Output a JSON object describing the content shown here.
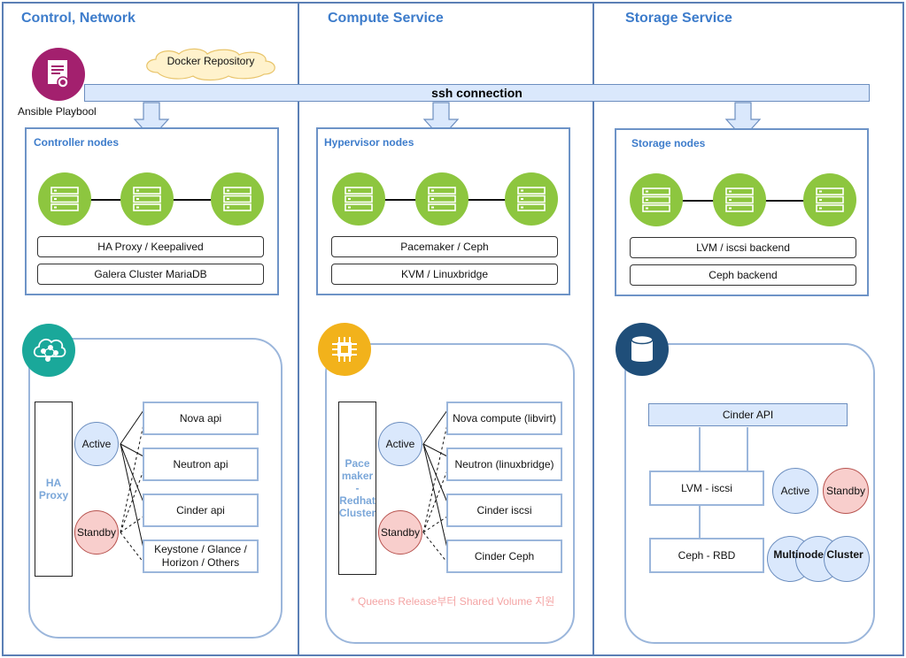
{
  "columns": {
    "control": {
      "title": "Control, Network"
    },
    "compute": {
      "title": "Compute Service"
    },
    "storage": {
      "title": "Storage Service"
    }
  },
  "top": {
    "ansible_label": "Ansible Playbool",
    "docker_label": "Docker Repository",
    "ssh_label": "ssh connection"
  },
  "controller": {
    "title": "Controller nodes",
    "pill1": "HA Proxy / Keepalived",
    "pill2": "Galera Cluster MariaDB"
  },
  "hypervisor": {
    "title": "Hypervisor nodes",
    "pill1": "Pacemaker / Ceph",
    "pill2": "KVM / Linuxbridge"
  },
  "storage_nodes": {
    "title": "Storage nodes",
    "pill1": "LVM / iscsi backend",
    "pill2": "Ceph backend"
  },
  "control_detail": {
    "proxy_label": "HA\nProxy",
    "active": "Active",
    "standby": "Standby",
    "services": [
      "Nova api",
      "Neutron api",
      "Cinder api",
      "Keystone / Glance /\nHorizon / Others"
    ]
  },
  "compute_detail": {
    "proxy_label": "Pace\nmaker\n-\nRedhat\nCluster",
    "active": "Active",
    "standby": "Standby",
    "services": [
      "Nova compute (libvirt)",
      "Neutron (linuxbridge)",
      "Cinder iscsi",
      "Cinder Ceph"
    ],
    "note": "* Queens Release부터 Shared Volume 지원"
  },
  "storage_detail": {
    "cinder_api": "Cinder API",
    "lvm": "LVM  - iscsi",
    "ceph": "Ceph - RBD",
    "active": "Active",
    "standby": "Standby",
    "multinode": "Multinode Cluster"
  },
  "colors": {
    "accent": "#3d7ccb",
    "server_green": "#8dc63f",
    "active_fill": "#dae8fc",
    "standby_fill": "#f8cecc",
    "ansible_badge": "#a3206e",
    "network_badge": "#1aa89a",
    "compute_badge": "#f2b21b",
    "storage_badge": "#1f4e79"
  }
}
